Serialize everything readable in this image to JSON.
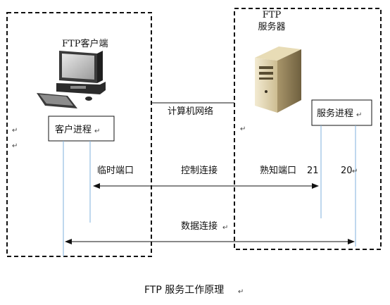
{
  "client": {
    "computer_label": "FTP客户端",
    "process_label": "客户进程"
  },
  "server": {
    "title_line1": "FTP",
    "title_line2": "服务器",
    "process_label": "服务进程"
  },
  "network_label": "计算机网络",
  "ports": {
    "temp_port": "临时端口",
    "well_known_port": "熟知端口",
    "port_21": "21",
    "port_20": "20"
  },
  "connections": {
    "control": "控制连接",
    "data": "数据连接"
  },
  "caption": "FTP 服务工作原理",
  "return_mark": "↵",
  "colors": {
    "border": "#111111",
    "vertical_lines": "#7fb2dc",
    "arrows": "#111111",
    "server_body": "#c9b88f"
  }
}
